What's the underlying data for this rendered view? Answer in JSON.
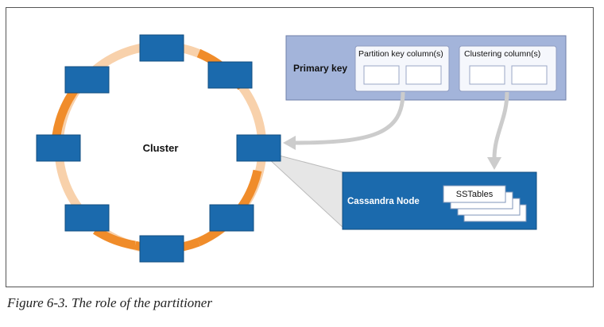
{
  "diagram": {
    "cluster_label": "Cluster",
    "primary_key_label": "Primary key",
    "partition_key_label": "Partition key column(s)",
    "clustering_label": "Clustering column(s)",
    "node_label": "Cassandra Node",
    "sstables_label": "SSTables"
  },
  "caption": "Figure 6-3. The role of the partitioner",
  "colors": {
    "node_fill": "#1b6aad",
    "node_stroke": "#124d80",
    "ring_light": "#f8d1ab",
    "ring_orange": "#f08c2a",
    "pk_panel": "#a3b4da",
    "arrow_gray": "#cccccc"
  }
}
